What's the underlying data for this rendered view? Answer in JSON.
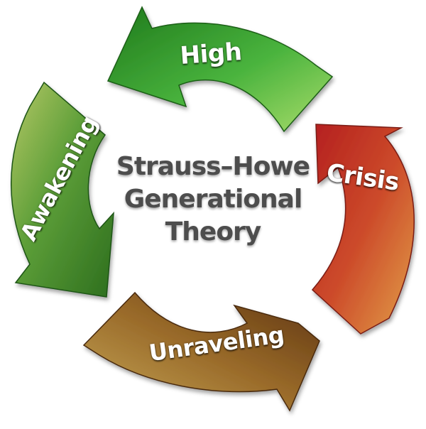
{
  "title": {
    "line1": "Strauss–Howe",
    "line2": "Generational",
    "line3": "Theory"
  },
  "phases": {
    "high": "High",
    "crisis": "Crisis",
    "unraveling": "Unraveling",
    "awakening": "Awakening"
  },
  "colors": {
    "high": "#3a9a2e",
    "crisis": "#c23a24",
    "unraveling": "#8a5a22",
    "awakening": "#3f8a28",
    "title_text": "#4d4d4d"
  }
}
